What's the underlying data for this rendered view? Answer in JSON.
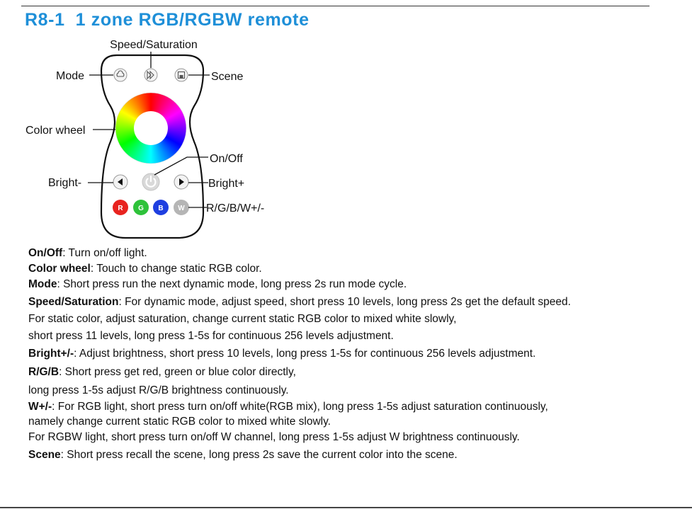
{
  "title": "R8-1  1 zone RGB/RGBW remote",
  "labels": {
    "speed_saturation": "Speed/Saturation",
    "mode": "Mode",
    "scene": "Scene",
    "color_wheel": "Color wheel",
    "on_off": "On/Off",
    "bright_minus": "Bright-",
    "bright_plus": "Bright+",
    "rgbw": "R/G/B/W+/-"
  },
  "color_buttons": [
    {
      "label": "R",
      "color": "#e8231f"
    },
    {
      "label": "G",
      "color": "#2ec23a"
    },
    {
      "label": "B",
      "color": "#1f3fe0"
    },
    {
      "label": "W",
      "color": "#b5b5b5"
    }
  ],
  "descriptions": [
    {
      "term": "On/Off",
      "text": ": Turn on/off light."
    },
    {
      "term": "Color wheel",
      "text": ": Touch to change static RGB color."
    },
    {
      "term": "Mode",
      "text": ": Short press run the next dynamic mode, long press 2s run mode cycle."
    },
    {
      "term": "Speed/Saturation",
      "text": ": For dynamic mode, adjust speed, short press 10 levels, long press 2s get the default speed."
    },
    {
      "term": "",
      "text": "For static color, adjust saturation, change current static RGB color to mixed white slowly,"
    },
    {
      "term": "",
      "text": "short press 11 levels, long press 1-5s for continuous 256 levels adjustment."
    },
    {
      "term": "Bright+/-",
      "text": ": Adjust brightness, short press 10 levels, long press 1-5s for continuous 256 levels adjustment."
    },
    {
      "term": "R/G/B",
      "text": ": Short press get red, green or blue color directly,"
    },
    {
      "term": "",
      "text": "long press 1-5s adjust R/G/B brightness continuously."
    },
    {
      "term": "W+/-",
      "text": ": For RGB light, short press turn on/off white(RGB mix), long press 1-5s adjust saturation continuously,"
    },
    {
      "term": "",
      "text": "namely change current static RGB color to mixed white slowly."
    },
    {
      "term": "",
      "text": "For RGBW light, short press turn on/off W channel, long press 1-5s adjust W brightness continuously."
    },
    {
      "term": "Scene",
      "text": ": Short press recall the scene, long press 2s save the current color into the scene."
    }
  ]
}
